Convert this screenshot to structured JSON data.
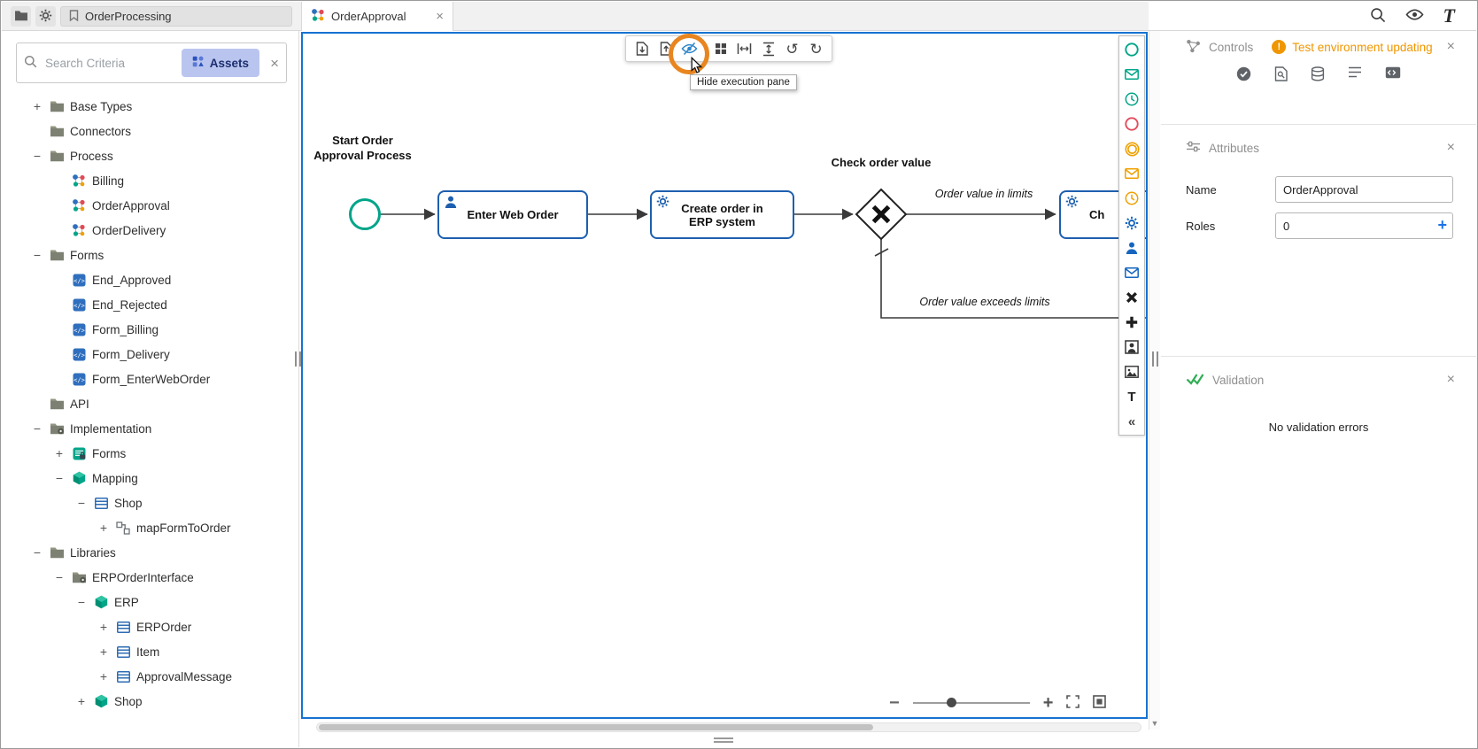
{
  "topbar": {
    "workspace_tab": "OrderProcessing",
    "logo": "T"
  },
  "sidebar": {
    "search_placeholder": "Search Criteria",
    "assets_button": "Assets",
    "tree": [
      {
        "label": "Base Types",
        "level": 1,
        "expander": "+",
        "icon": "folder"
      },
      {
        "label": "Connectors",
        "level": 1,
        "expander": "",
        "icon": "folder"
      },
      {
        "label": "Process",
        "level": 1,
        "expander": "-",
        "icon": "folder"
      },
      {
        "label": "Billing",
        "level": 2,
        "expander": "",
        "icon": "process"
      },
      {
        "label": "OrderApproval",
        "level": 2,
        "expander": "",
        "icon": "process"
      },
      {
        "label": "OrderDelivery",
        "level": 2,
        "expander": "",
        "icon": "process"
      },
      {
        "label": "Forms",
        "level": 1,
        "expander": "-",
        "icon": "folder"
      },
      {
        "label": "End_Approved",
        "level": 2,
        "expander": "",
        "icon": "form"
      },
      {
        "label": "End_Rejected",
        "level": 2,
        "expander": "",
        "icon": "form"
      },
      {
        "label": "Form_Billing",
        "level": 2,
        "expander": "",
        "icon": "form"
      },
      {
        "label": "Form_Delivery",
        "level": 2,
        "expander": "",
        "icon": "form"
      },
      {
        "label": "Form_EnterWebOrder",
        "level": 2,
        "expander": "",
        "icon": "form"
      },
      {
        "label": "API",
        "level": 1,
        "expander": "",
        "icon": "folder"
      },
      {
        "label": "Implementation",
        "level": 1,
        "expander": "-",
        "icon": "folder-impl"
      },
      {
        "label": "Forms",
        "level": 2,
        "expander": "+",
        "icon": "forms-lock"
      },
      {
        "label": "Mapping",
        "level": 2,
        "expander": "-",
        "icon": "cube"
      },
      {
        "label": "Shop",
        "level": 3,
        "expander": "-",
        "icon": "table"
      },
      {
        "label": "mapFormToOrder",
        "level": 4,
        "expander": "+",
        "icon": "mapping"
      },
      {
        "label": "Libraries",
        "level": 1,
        "expander": "-",
        "icon": "folder"
      },
      {
        "label": "ERPOrderInterface",
        "level": 2,
        "expander": "-",
        "icon": "folder-impl"
      },
      {
        "label": "ERP",
        "level": 3,
        "expander": "-",
        "icon": "cube"
      },
      {
        "label": "ERPOrder",
        "level": 4,
        "expander": "+",
        "icon": "table"
      },
      {
        "label": "Item",
        "level": 4,
        "expander": "+",
        "icon": "table"
      },
      {
        "label": "ApprovalMessage",
        "level": 4,
        "expander": "+",
        "icon": "table"
      },
      {
        "label": "Shop",
        "level": 3,
        "expander": "+",
        "icon": "cube"
      }
    ]
  },
  "editor": {
    "tab_label": "OrderApproval",
    "canvas_toolbar": {
      "tooltip": "Hide execution pane",
      "items": [
        {
          "name": "download-diagram-icon",
          "icon": "file-down"
        },
        {
          "name": "upload-diagram-icon",
          "icon": "file-up"
        },
        {
          "name": "hide-execution-pane-icon",
          "icon": "eye-slash",
          "highlighted": true
        },
        {
          "name": "grid-icon",
          "icon": "grid"
        },
        {
          "name": "fit-width-icon",
          "icon": "fit-w"
        },
        {
          "name": "fit-height-icon",
          "icon": "fit-h"
        },
        {
          "name": "undo-icon",
          "icon": "undo"
        },
        {
          "name": "redo-icon",
          "icon": "redo"
        }
      ]
    },
    "diagram": {
      "start_label_line1": "Start Order",
      "start_label_line2": "Approval Process",
      "task_enter_web_order": "Enter Web Order",
      "task_create_order": "Create order in ERP system",
      "task_partial": "Ch",
      "gateway_label": "Check order value",
      "flow_in_limits": "Order value in limits",
      "flow_exceeds_limits": "Order value exceeds limits"
    },
    "palette": [
      {
        "name": "start-event-icon",
        "icon": "circle",
        "color": "#00a589"
      },
      {
        "name": "message-start-event-icon",
        "icon": "envelope",
        "color": "#00a589"
      },
      {
        "name": "timer-start-event-icon",
        "icon": "clock",
        "color": "#00a589"
      },
      {
        "name": "end-event-icon",
        "icon": "circle",
        "color": "#e34b5b"
      },
      {
        "name": "intermediate-event-icon",
        "icon": "double-circle",
        "color": "#efa000"
      },
      {
        "name": "message-intermediate-event-icon",
        "icon": "envelope",
        "color": "#efa000"
      },
      {
        "name": "timer-intermediate-event-icon",
        "icon": "clock",
        "color": "#efa000"
      },
      {
        "name": "service-task-icon",
        "icon": "gear",
        "color": "#1565c0"
      },
      {
        "name": "user-task-icon",
        "icon": "person",
        "color": "#1565c0"
      },
      {
        "name": "message-task-icon",
        "icon": "envelope",
        "color": "#1565c0"
      },
      {
        "name": "exclusive-gateway-icon",
        "icon": "x-mark",
        "color": "#1d1d1d"
      },
      {
        "name": "parallel-gateway-icon",
        "icon": "plus-mark",
        "color": "#1d1d1d"
      },
      {
        "name": "participant-icon",
        "icon": "person-frame",
        "color": "#333333"
      },
      {
        "name": "image-icon",
        "icon": "image",
        "color": "#333333"
      },
      {
        "name": "text-annotation-icon",
        "icon": "text",
        "color": "#222222"
      },
      {
        "name": "collapse-palette-icon",
        "icon": "collapse",
        "color": "#444444"
      }
    ]
  },
  "panels": {
    "controls": {
      "title": "Controls",
      "warning": "Test environment updating",
      "icons": [
        {
          "name": "publish-check-icon",
          "icon": "check-circle"
        },
        {
          "name": "document-search-icon",
          "icon": "doc-search"
        },
        {
          "name": "database-icon",
          "icon": "database"
        },
        {
          "name": "log-list-icon",
          "icon": "list"
        },
        {
          "name": "console-code-icon",
          "icon": "code-box"
        }
      ]
    },
    "attributes": {
      "title": "Attributes",
      "name_label": "Name",
      "name_value": "OrderApproval",
      "roles_label": "Roles",
      "roles_value": "0"
    },
    "validation": {
      "title": "Validation",
      "message": "No validation errors"
    }
  },
  "colors": {
    "canvas_selection": "#1673d1",
    "task_border": "#1d5fae",
    "start_event": "#00a589",
    "warning": "#ef9600",
    "validation_ok": "#2fae53",
    "annotation_ring": "#e8851f"
  }
}
